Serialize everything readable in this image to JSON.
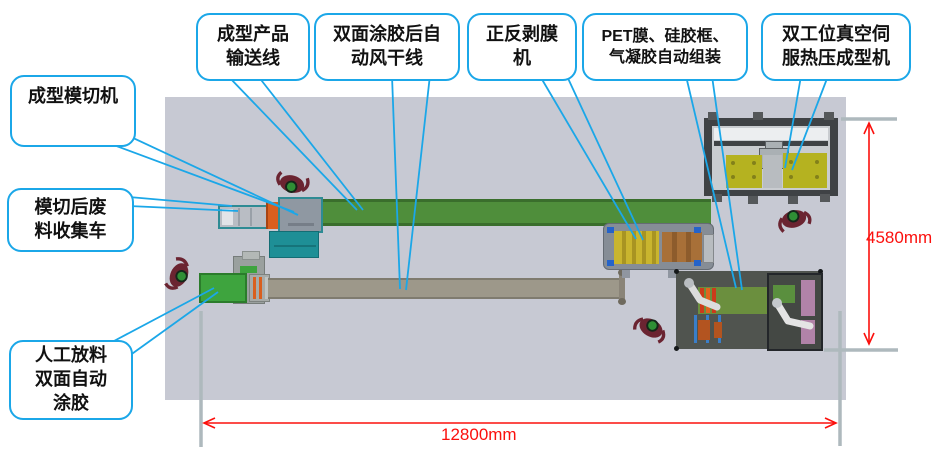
{
  "diagram": {
    "title": "aerogel-pad-production-line-layout",
    "callouts": [
      {
        "name": "molded-product-conveyor-line",
        "lines": [
          "成型产品",
          "输送线"
        ]
      },
      {
        "name": "double-side-glue-air-dry-line",
        "lines": [
          "双面涂胶后自",
          "动风干线"
        ]
      },
      {
        "name": "front-back-film-peeling-machine",
        "lines": [
          "正反剥膜",
          "机"
        ]
      },
      {
        "name": "pet-film-silicone-frame-aerogel-auto-assembly",
        "lines": [
          "PET膜、硅胶框、",
          "气凝胶自动组装"
        ]
      },
      {
        "name": "dual-station-vacuum-servo-hot-press-forming-machine",
        "lines": [
          "双工位真空伺",
          "服热压成型机"
        ]
      },
      {
        "name": "forming-die-cutting-machine",
        "lines": [
          "成型模切机"
        ]
      },
      {
        "name": "post-die-cut-waste-collection-cart",
        "lines": [
          "模切后废",
          "料收集车"
        ]
      },
      {
        "name": "manual-loading-double-side-auto-gluing",
        "lines": [
          "人工放料",
          "双面自动",
          "涂胶"
        ]
      }
    ],
    "dimensions": {
      "length": "12800mm",
      "height": "4580mm"
    },
    "colors": {
      "callout_border": "#1ba7e8",
      "dimension_red": "#fb100d",
      "floor": "#c7c9d3",
      "conveyor_green": "#4f8e3b",
      "conveyor_tan": "#9d988a",
      "machine_dark": "#3f4245",
      "press_plate_yellow": "#b5b220",
      "teal_machine": "#1e8f96"
    }
  }
}
